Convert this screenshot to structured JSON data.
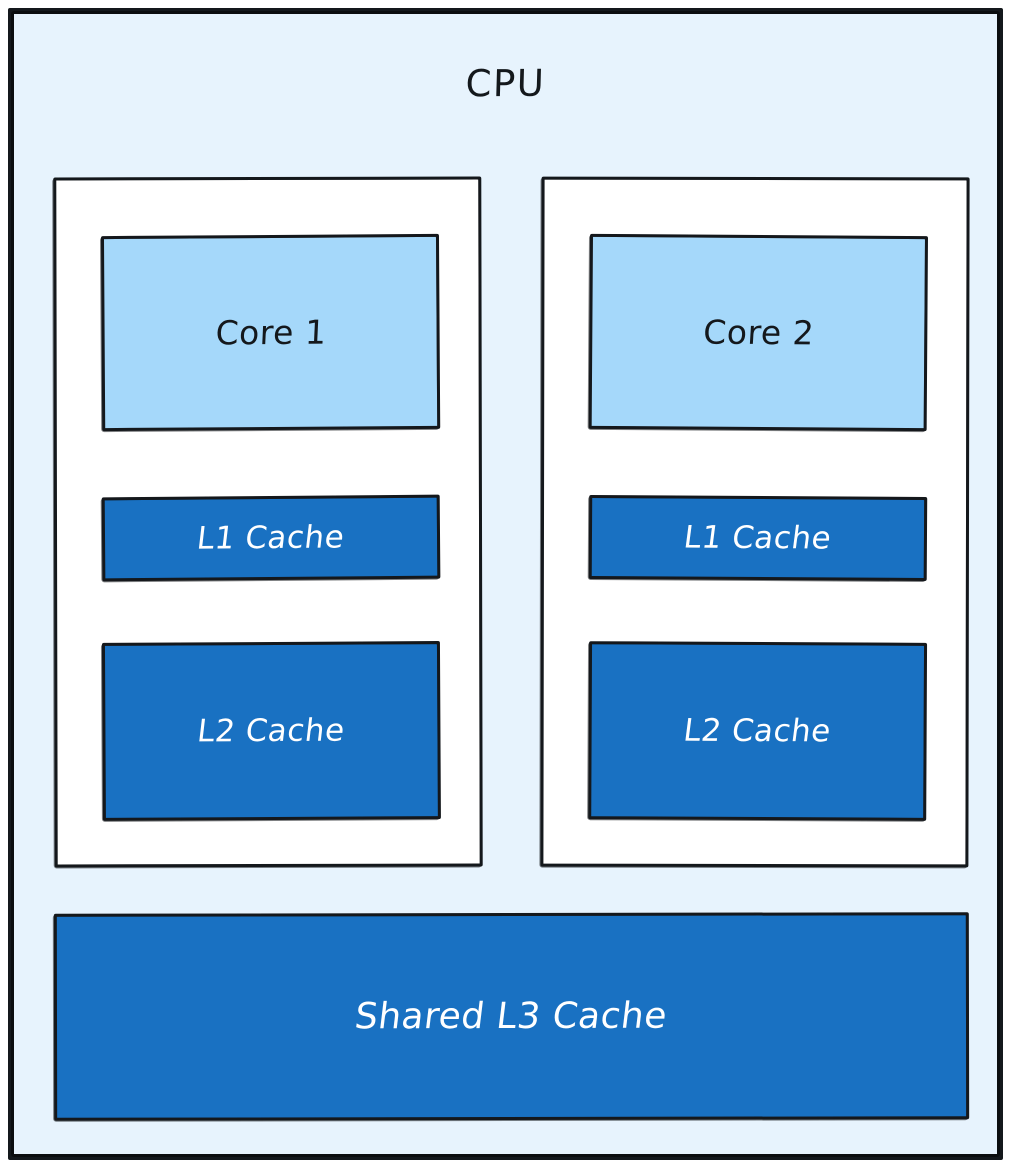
{
  "diagram": {
    "title": "CPU",
    "background_color": "#e7f3fd",
    "border_color": "#14181c",
    "style": "hand-drawn",
    "cores": [
      {
        "core_label": "Core 1",
        "core_fill": "#a5d8fa",
        "caches": [
          {
            "label": "L1 Cache",
            "fill": "#1971c2",
            "text_color": "#ffffff"
          },
          {
            "label": "L2 Cache",
            "fill": "#1971c2",
            "text_color": "#ffffff"
          }
        ]
      },
      {
        "core_label": "Core 2",
        "core_fill": "#a5d8fa",
        "caches": [
          {
            "label": "L1 Cache",
            "fill": "#1971c2",
            "text_color": "#ffffff"
          },
          {
            "label": "L2 Cache",
            "fill": "#1971c2",
            "text_color": "#ffffff"
          }
        ]
      }
    ],
    "shared": {
      "label": "Shared L3 Cache",
      "fill": "#1971c2",
      "text_color": "#ffffff"
    }
  }
}
